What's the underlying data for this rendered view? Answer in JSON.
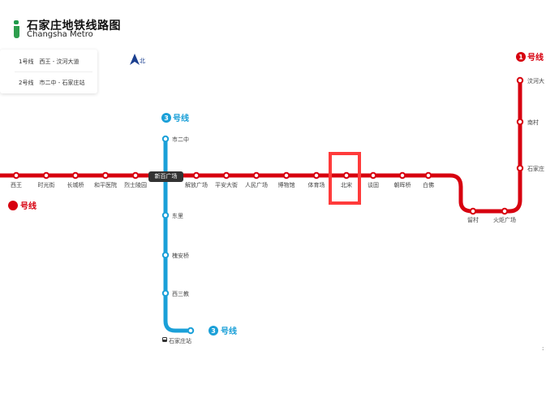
{
  "header": {
    "title": "石家庄地铁线路图",
    "subtitle": "Changsha Metro"
  },
  "legend": {
    "rows": [
      {
        "line": "1号线",
        "route": "西王 - 汶河大道"
      },
      {
        "line": "2号线",
        "route": "市二中 - 石家庄站"
      }
    ]
  },
  "compass": {
    "label": "北",
    "icon": "north-arrow-icon"
  },
  "colors": {
    "line1": "#d7000f",
    "line3": "#1ba0d8",
    "highlight": "#ff3b3b",
    "transfer_bg": "#333333"
  },
  "lines": {
    "line1": {
      "badge_number": "1",
      "label": "号线",
      "stations_horizontal": [
        "西王",
        "时光街",
        "长城桥",
        "和平医院",
        "烈士陵园",
        "新百广场",
        "解放广场",
        "平安大街",
        "人民广场",
        "博物馆",
        "体育场",
        "北宋",
        "谈固",
        "朝晖桥",
        "白佛"
      ],
      "stations_curve": [
        "留村",
        "火炬广场"
      ],
      "stations_vertical": [
        "石家庄",
        "南村",
        "汶河大"
      ]
    },
    "line3": {
      "badge_number": "3",
      "label": "号线",
      "stations": [
        "市二中",
        "新百广场",
        "东里",
        "槐安桥",
        "西三教",
        "石家庄站"
      ]
    }
  },
  "transfer_station": "新百广场",
  "highlighted_station": "北宋",
  "terminal_icon": "train-icon"
}
